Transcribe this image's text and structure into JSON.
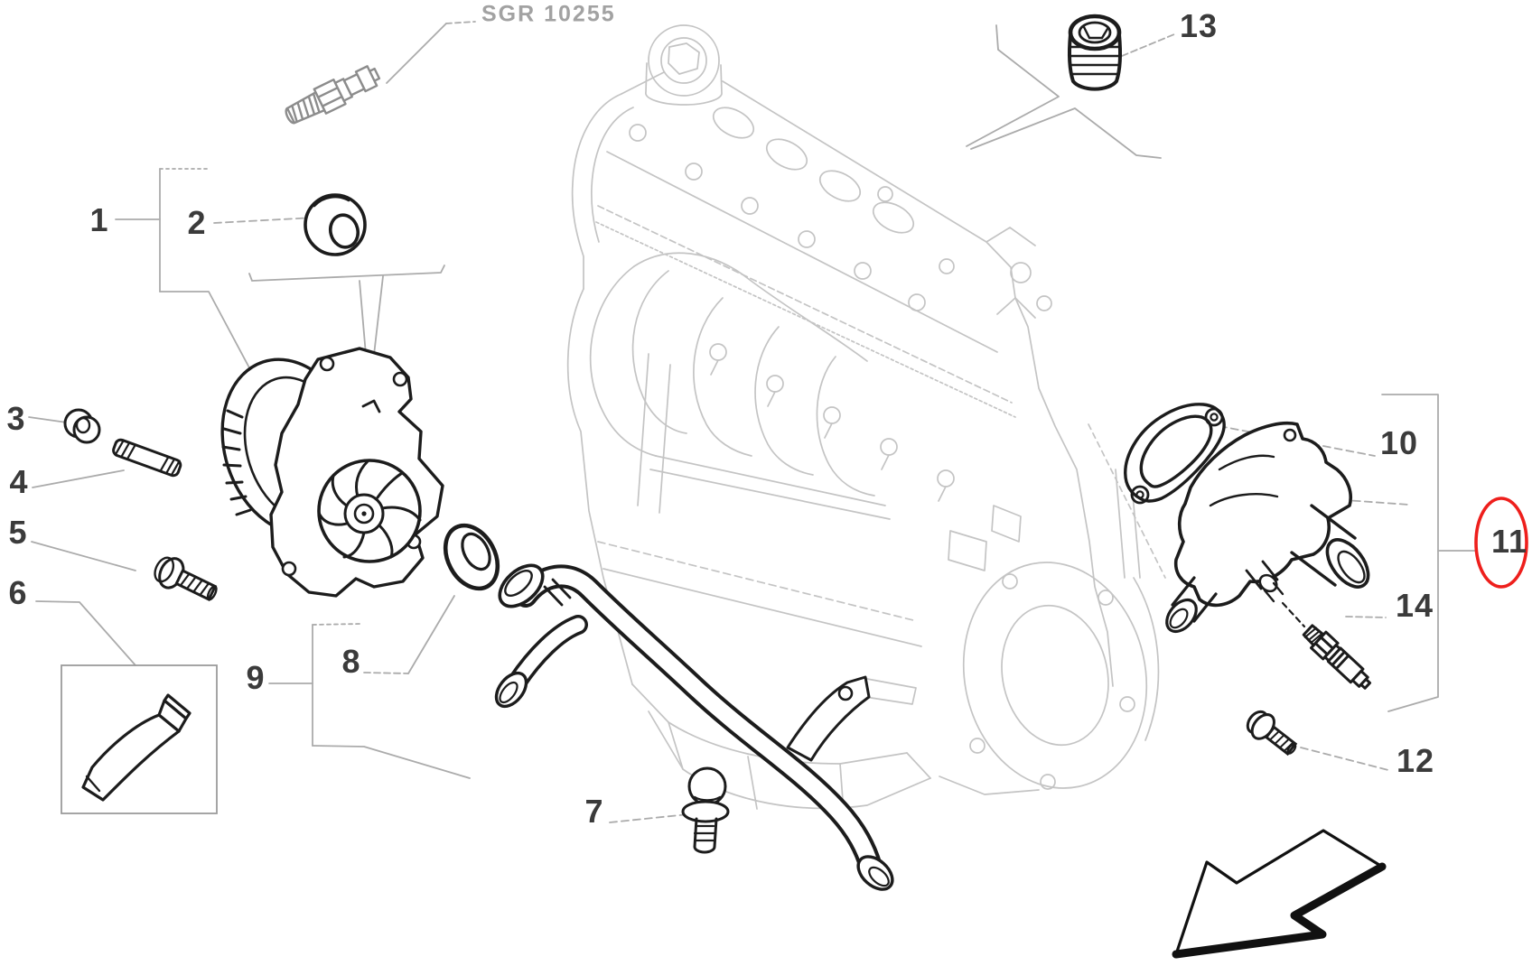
{
  "diagram": {
    "reference_code": "SGR 10255",
    "callouts": [
      {
        "label": "1",
        "highlighted": false
      },
      {
        "label": "2",
        "highlighted": false
      },
      {
        "label": "3",
        "highlighted": false
      },
      {
        "label": "4",
        "highlighted": false
      },
      {
        "label": "5",
        "highlighted": false
      },
      {
        "label": "6",
        "highlighted": false
      },
      {
        "label": "7",
        "highlighted": false
      },
      {
        "label": "8",
        "highlighted": false
      },
      {
        "label": "9",
        "highlighted": false
      },
      {
        "label": "10",
        "highlighted": false
      },
      {
        "label": "11",
        "highlighted": true
      },
      {
        "label": "12",
        "highlighted": false
      },
      {
        "label": "13",
        "highlighted": false
      },
      {
        "label": "14",
        "highlighted": false
      }
    ],
    "highlight": {
      "part_label": "11",
      "color": "#ee1f1c",
      "shape": "ellipse"
    },
    "colors": {
      "background": "#ffffff",
      "part_outline": "#1c1c1c",
      "engine_sketch": "#c4c4c4",
      "leader_lines": "#ababab",
      "label_text": "#3b3b3b",
      "reference_text": "#a2a2a2",
      "highlight_red": "#ee1f1c"
    }
  }
}
